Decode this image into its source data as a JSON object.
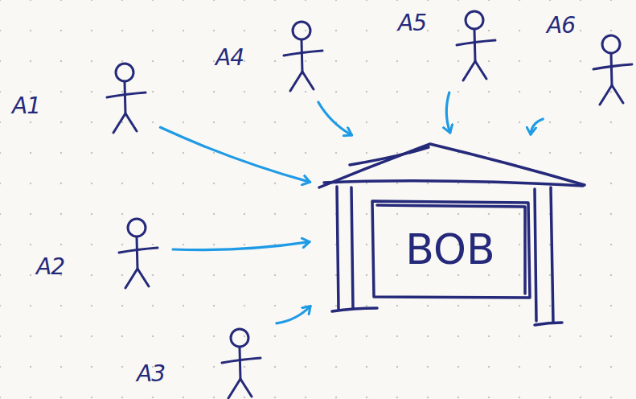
{
  "diagram": {
    "nodes": [
      {
        "text": [
          "A1"
        ]
      },
      {
        "text": [
          "A2"
        ]
      },
      {
        "text": [
          "A3"
        ]
      },
      {
        "text": [
          "A4"
        ]
      },
      {
        "text": [
          "A5"
        ]
      },
      {
        "text": [
          "A6"
        ]
      },
      {
        "text": [
          "BOB"
        ]
      }
    ],
    "edges": [
      {
        "from": 0,
        "to": 6,
        "arrow": "to"
      },
      {
        "from": 1,
        "to": 6,
        "arrow": "to"
      },
      {
        "from": 2,
        "to": 6,
        "arrow": "to"
      },
      {
        "from": 3,
        "to": 6,
        "arrow": "to"
      },
      {
        "from": 4,
        "to": 6,
        "arrow": "to"
      },
      {
        "from": 5,
        "to": 6,
        "arrow": "to"
      }
    ]
  }
}
